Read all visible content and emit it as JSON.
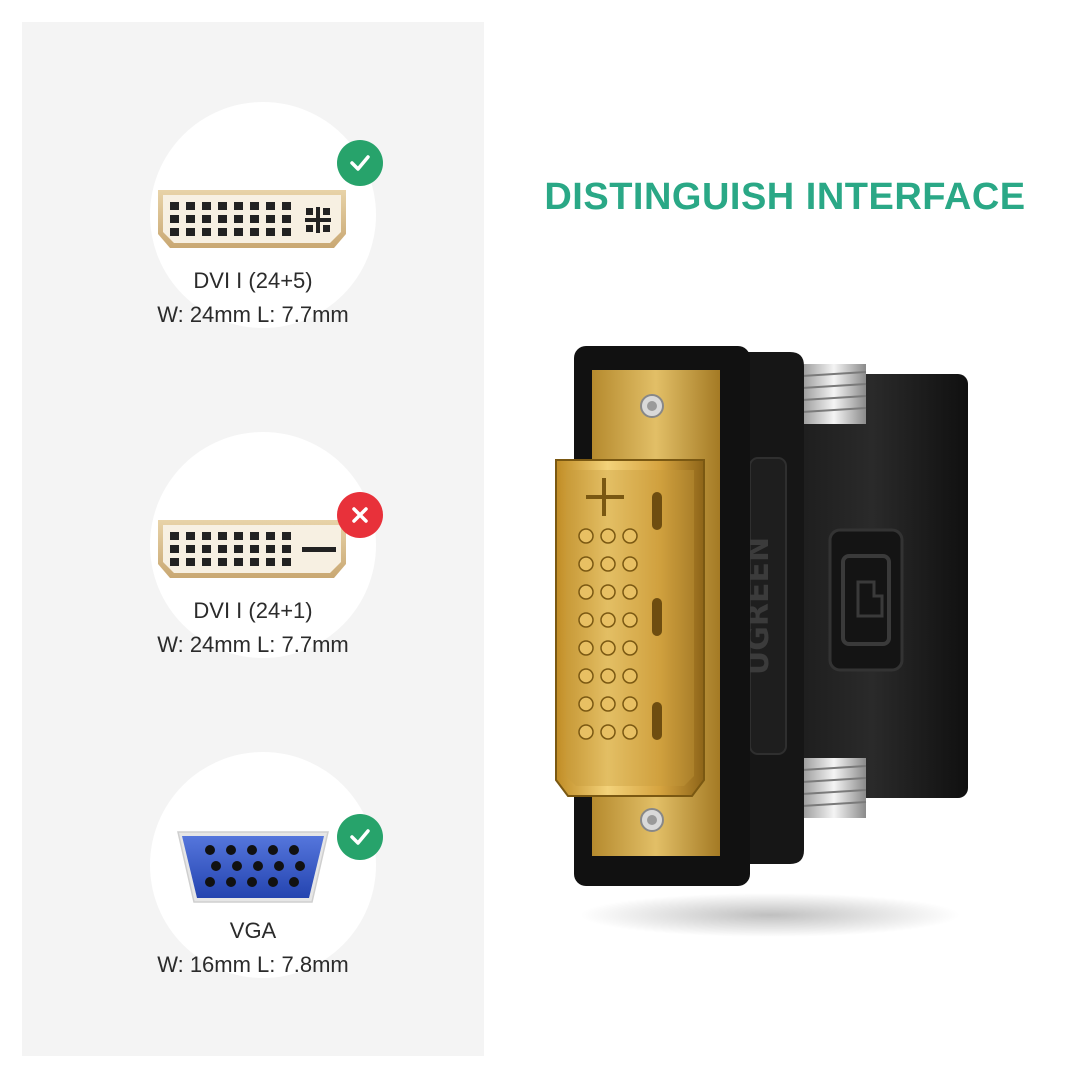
{
  "heading": "DISTINGUISH INTERFACE",
  "brand_text": "UGREEN",
  "colors": {
    "accent": "#2aa886",
    "ok_badge": "#27a36b",
    "bad_badge": "#e8313a",
    "vga_blue": "#2f55c8",
    "gold": "#c9a14a"
  },
  "interfaces": [
    {
      "name": "DVI I (24+5)",
      "dims": "W: 24mm L: 7.7mm",
      "status": "compatible",
      "status_icon": "check-icon"
    },
    {
      "name": "DVI I (24+1)",
      "dims": "W: 24mm L: 7.7mm",
      "status": "not-compatible",
      "status_icon": "cross-icon"
    },
    {
      "name": "VGA",
      "dims": "W: 16mm L: 7.8mm",
      "status": "compatible",
      "status_icon": "check-icon"
    }
  ]
}
